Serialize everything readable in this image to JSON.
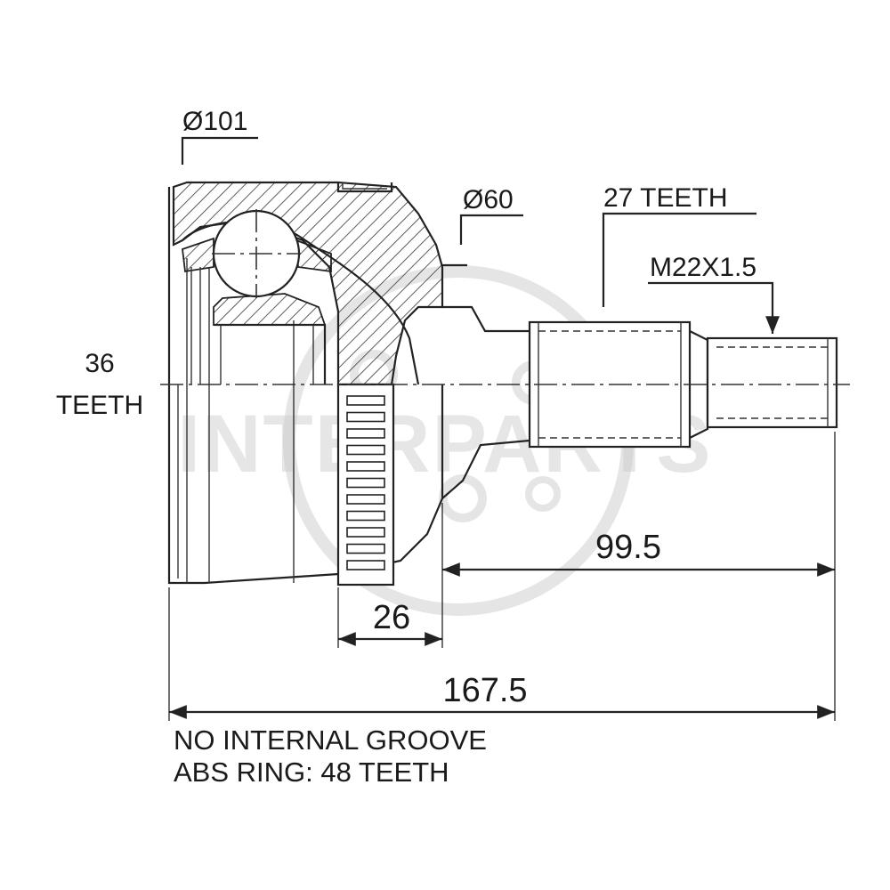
{
  "watermark": "INTERPARTS",
  "callouts": {
    "outer_diameter": "Ø101",
    "neck_diameter": "Ø60",
    "shaft_teeth": "27 TEETH",
    "thread": "M22X1.5",
    "inner_teeth_count": "36",
    "inner_teeth_unit": "TEETH"
  },
  "dimensions": {
    "shaft_length": "99.5",
    "abs_ring_width": "26",
    "total_length": "167.5"
  },
  "notes": {
    "line1": "NO INTERNAL GROOVE",
    "line2": "ABS RING: 48 TEETH"
  }
}
